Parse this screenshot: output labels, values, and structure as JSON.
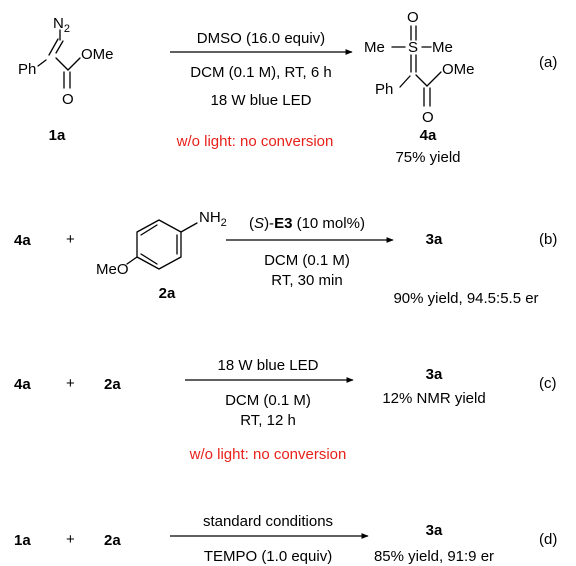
{
  "reactions": [
    {
      "id": "a",
      "tag": "(a)",
      "reactant": {
        "label": "1a",
        "groups": {
          "diazo": "N",
          "diazo_sub": "2",
          "aryl": "Ph",
          "ester": "OMe",
          "carbonyl_o": "O"
        }
      },
      "conditions_above": [
        "DMSO (16.0 equiv)"
      ],
      "conditions_below": [
        "DCM (0.1 M), RT, 6 h",
        "18 W blue LED"
      ],
      "control": "w/o light: no conversion",
      "product": {
        "label": "4a",
        "yield": "75% yield",
        "groups": {
          "sulfoxonium_o": "O",
          "me_left": "Me",
          "sulfur": "S",
          "me_right": "Me",
          "aryl": "Ph",
          "ester": "OMe",
          "carbonyl_o": "O"
        }
      }
    },
    {
      "id": "b",
      "tag": "(b)",
      "reactant1": "4a",
      "plus": "+",
      "reactant2": {
        "label": "2a",
        "groups": {
          "amine": "NH",
          "amine_sub": "2",
          "methoxy": "MeO"
        }
      },
      "catalyst": {
        "prefix": "(",
        "stereo": "S",
        "mid": ")-",
        "name": "E3",
        "loading": " (10 mol%)"
      },
      "conditions_below": [
        "DCM (0.1 M)",
        "RT, 30 min"
      ],
      "product": "3a",
      "result": "90% yield, 94.5:5.5 er"
    },
    {
      "id": "c",
      "tag": "(c)",
      "reactant1": "4a",
      "plus": "+",
      "reactant2": "2a",
      "conditions_above": [
        "18 W blue LED"
      ],
      "conditions_below": [
        "DCM (0.1 M)",
        "RT, 12 h"
      ],
      "control": "w/o light: no conversion",
      "product": "3a",
      "result": "12% NMR yield"
    },
    {
      "id": "d",
      "tag": "(d)",
      "reactant1": "1a",
      "plus": "+",
      "reactant2": "2a",
      "conditions_above": [
        "standard conditions"
      ],
      "conditions_below": [
        "TEMPO (1.0 equiv)"
      ],
      "product": "3a",
      "result": "85% yield, 91:9 er"
    }
  ]
}
